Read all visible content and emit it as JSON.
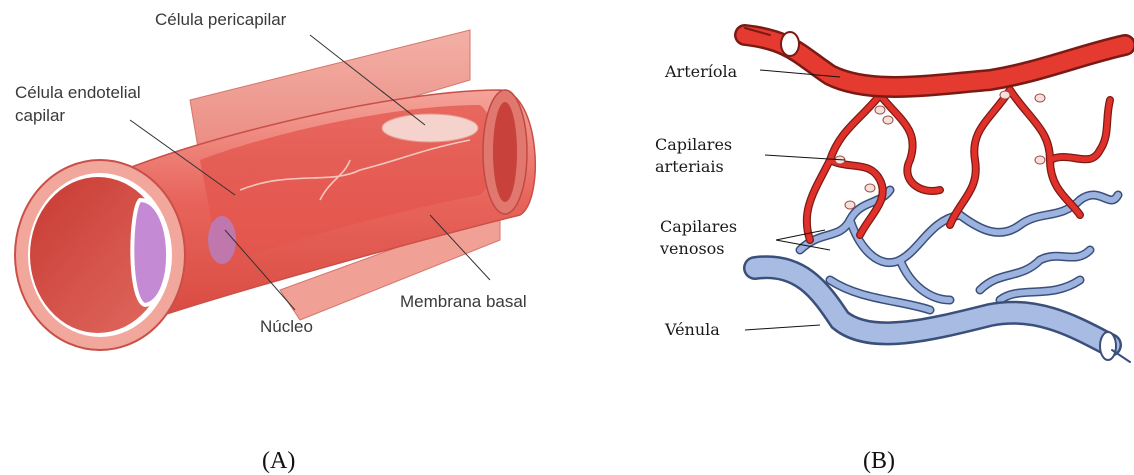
{
  "panel_a": {
    "labels": {
      "pericapilar": "Célula pericapilar",
      "endotelial_line1": "Célula endotelial",
      "endotelial_line2": "capilar",
      "nucleo": "Núcleo",
      "membrana": "Membrana basal"
    },
    "caption": "(A)"
  },
  "panel_b": {
    "labels": {
      "arteriola": "Arteríola",
      "cap_art_line1": "Capilares",
      "cap_art_line2": "arteriais",
      "cap_ven_line1": "Capilares",
      "cap_ven_line2": "venosos",
      "venula": "Vénula"
    },
    "caption": "(B)"
  },
  "colors": {
    "artery_red": "#e0302a",
    "vein_blue": "#8fa8d8",
    "vessel_wall": "#e87a70",
    "nucleus_purple": "#c08ad0"
  }
}
